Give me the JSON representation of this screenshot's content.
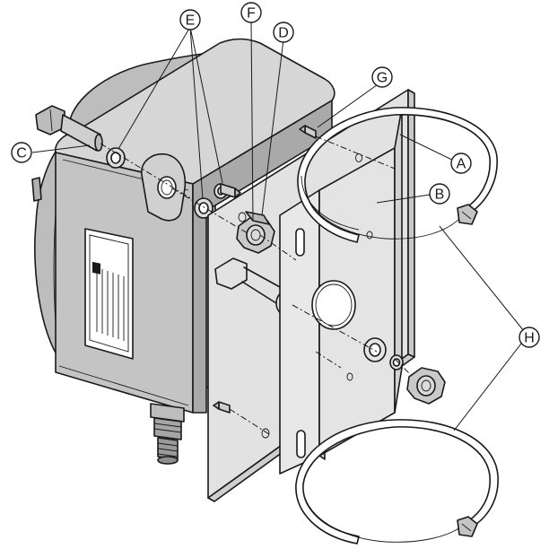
{
  "diagram": {
    "callouts": [
      {
        "id": "A",
        "label": "A"
      },
      {
        "id": "B",
        "label": "B"
      },
      {
        "id": "C",
        "label": "C"
      },
      {
        "id": "D",
        "label": "D"
      },
      {
        "id": "E",
        "label": "E"
      },
      {
        "id": "F",
        "label": "F"
      },
      {
        "id": "G",
        "label": "G"
      },
      {
        "id": "H",
        "label": "H"
      }
    ]
  },
  "colors": {
    "line": "#1a1a1a",
    "housing": "#c8c8c8",
    "housing_dark": "#a8a8a8",
    "plate": "#dcdcdc",
    "background": "#ffffff"
  }
}
